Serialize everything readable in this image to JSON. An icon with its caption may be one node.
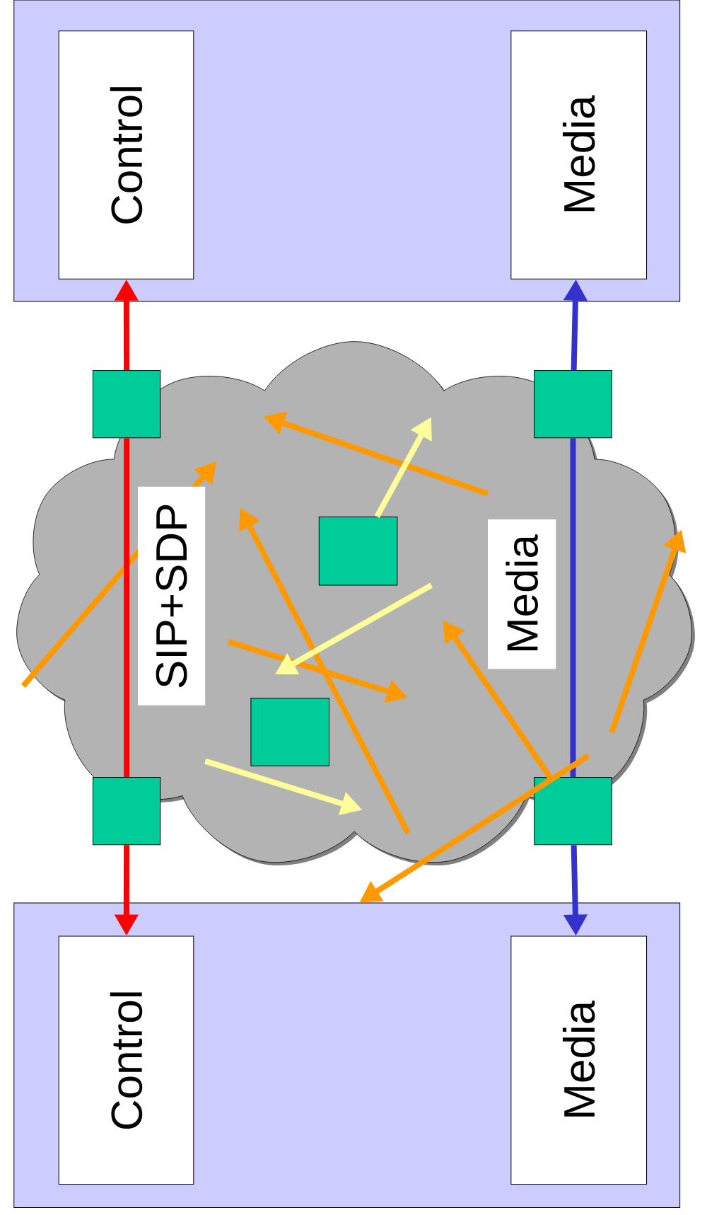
{
  "diagram": {
    "nodes": [
      {
        "text": [],
        "shape": "box"
      },
      {
        "text": [
          "Control"
        ],
        "in": 0
      },
      {
        "text": [
          "Media"
        ],
        "in": 0
      },
      {
        "text": [],
        "shape": "cloud"
      },
      {
        "text": [],
        "shape": "box"
      },
      {
        "text": [],
        "shape": "box"
      },
      {
        "text": [
          "SIP+SDP"
        ],
        "in": 3
      },
      {
        "text": [],
        "shape": "box",
        "in": 3
      },
      {
        "text": [
          "Media"
        ],
        "in": 3
      },
      {
        "text": [],
        "shape": "box",
        "in": 3
      },
      {
        "text": [],
        "shape": "box"
      },
      {
        "text": [],
        "shape": "box"
      },
      {
        "text": [],
        "shape": "box"
      },
      {
        "text": [
          "Control"
        ],
        "in": 12
      },
      {
        "text": [
          "Media"
        ],
        "in": 12
      }
    ],
    "edges": [
      {
        "from": 4,
        "to": 1,
        "arrow": "to",
        "color": "#ff0000"
      },
      {
        "from": 4,
        "to": 10,
        "arrow": "none",
        "color": "#ff0000"
      },
      {
        "from": 10,
        "to": 13,
        "arrow": "to",
        "color": "#ff0000"
      },
      {
        "from": 5,
        "to": 2,
        "arrow": "to",
        "color": "#3333cc"
      },
      {
        "from": 5,
        "to": 11,
        "arrow": "none",
        "color": "#3333cc"
      },
      {
        "from": 11,
        "to": 14,
        "arrow": "to",
        "color": "#3333cc"
      },
      {
        "from": 7,
        "to": null,
        "arrow": "to",
        "color": "#ffff99"
      },
      {
        "from": 11,
        "to": null,
        "arrow": "to",
        "color": "#ff9900"
      },
      {
        "from": null,
        "to": 12,
        "arrow": "to",
        "color": "#ff9900"
      }
    ]
  }
}
